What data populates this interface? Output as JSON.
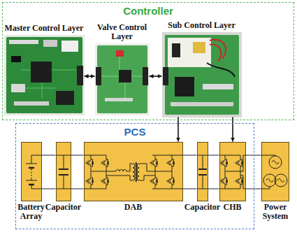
{
  "diagram": {
    "nodes": [
      {
        "text": [
          "Controller"
        ]
      },
      {
        "text": [
          "Master Control Layer"
        ],
        "in": 0
      },
      {
        "text": [
          "Valve Control Layer"
        ],
        "in": 0
      },
      {
        "text": [
          "Sub Control Layer"
        ],
        "in": 0
      },
      {
        "text": [
          "PCS"
        ]
      },
      {
        "text": [
          "Battery Array"
        ],
        "in": 4
      },
      {
        "text": [
          "Capacitor"
        ],
        "in": 4
      },
      {
        "text": [
          "DAB"
        ],
        "in": 4
      },
      {
        "text": [
          "Capacitor"
        ],
        "in": 4
      },
      {
        "text": [
          "CHB"
        ],
        "in": 4
      },
      {
        "text": [
          "Power System"
        ]
      }
    ],
    "edges": [
      {
        "from": 1,
        "to": 2,
        "arrow": "both"
      },
      {
        "from": 2,
        "to": 3,
        "arrow": "both"
      },
      {
        "from": 3,
        "to": 7,
        "arrow": "to"
      },
      {
        "from": 3,
        "to": 9,
        "arrow": "to"
      },
      {
        "from": 5,
        "to": 6,
        "arrow": "none"
      },
      {
        "from": 6,
        "to": 7,
        "arrow": "none"
      },
      {
        "from": 7,
        "to": 8,
        "arrow": "none"
      },
      {
        "from": 8,
        "to": 9,
        "arrow": "none"
      },
      {
        "from": 9,
        "to": 10,
        "arrow": "none"
      }
    ]
  }
}
